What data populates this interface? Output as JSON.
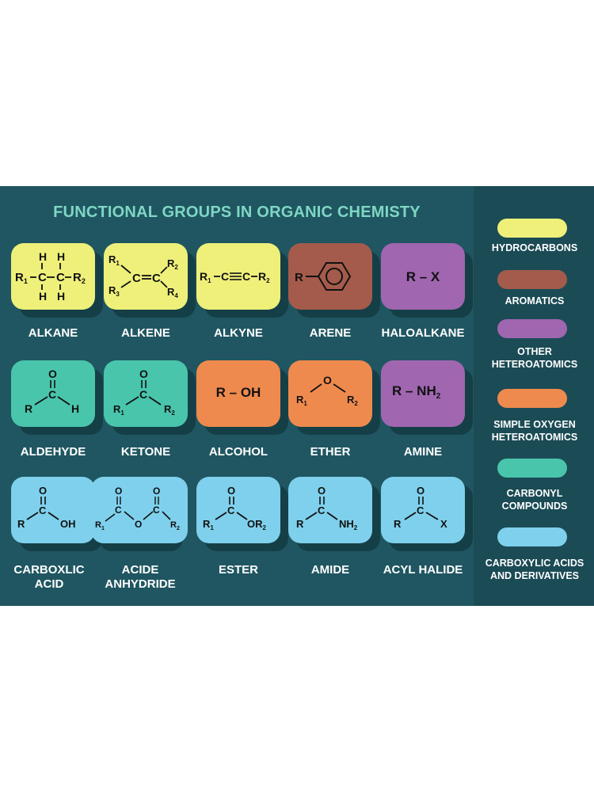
{
  "title": "FUNCTIONAL GROUPS IN ORGANIC CHEMISTY",
  "colors": {
    "hydrocarbons": "#eef07a",
    "aromatics": "#a45b4b",
    "other_hetero": "#a066b0",
    "simple_oxygen": "#ef8a4e",
    "carbonyl": "#49c5ac",
    "carboxylic": "#7fd0ec"
  },
  "groups": {
    "alkane": "ALKANE",
    "alkene": "ALKENE",
    "alkyne": "ALKYNE",
    "arene": "ARENE",
    "haloalkane": "HALOALKANE",
    "aldehyde": "ALDEHYDE",
    "ketone": "KETONE",
    "alcohol": "ALCOHOL",
    "ether": "ETHER",
    "amine": "AMINE",
    "carboxylic_acid": "CARBOXLIC\nACID",
    "acid_anhydride": "ACIDE\nANHYDRIDE",
    "ester": "ESTER",
    "amide": "AMIDE",
    "acyl_halide": "ACYL HALIDE"
  },
  "formulas": {
    "haloalkane": "R – X",
    "alcohol": "R – OH",
    "amine": "R – NH"
  },
  "legend": {
    "hydrocarbons": "HYDROCARBONS",
    "aromatics": "AROMATICS",
    "other_hetero": "OTHER\nHETEROATOMICS",
    "simple_oxygen": "SIMPLE OXYGEN\nHETEROATOMICS",
    "carbonyl": "CARBONYL\nCOMPOUNDS",
    "carboxylic": "CARBOXYLIC ACIDS\nAND DERIVATIVES"
  }
}
